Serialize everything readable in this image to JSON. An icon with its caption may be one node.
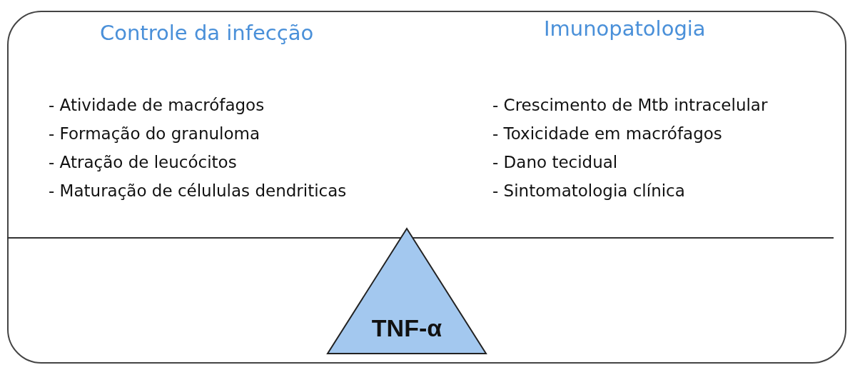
{
  "diagram": {
    "nodes": [
      {
        "text": [],
        "shape": "box"
      },
      {
        "text": [
          "TNF-α"
        ],
        "in": 0
      }
    ],
    "edges": [],
    "labels": [
      "Controle da infecção",
      "- Atividade de macrófagos",
      "- Formação do granuloma",
      "- Atração de leucócitos",
      "- Maturação de célululas dendriticas",
      "Imunopatologia",
      "- Crescimento de Mtb intracelular",
      "- Toxicidade em macrófagos",
      "- Dano tecidual",
      "- Sintomatologia clínica"
    ]
  }
}
